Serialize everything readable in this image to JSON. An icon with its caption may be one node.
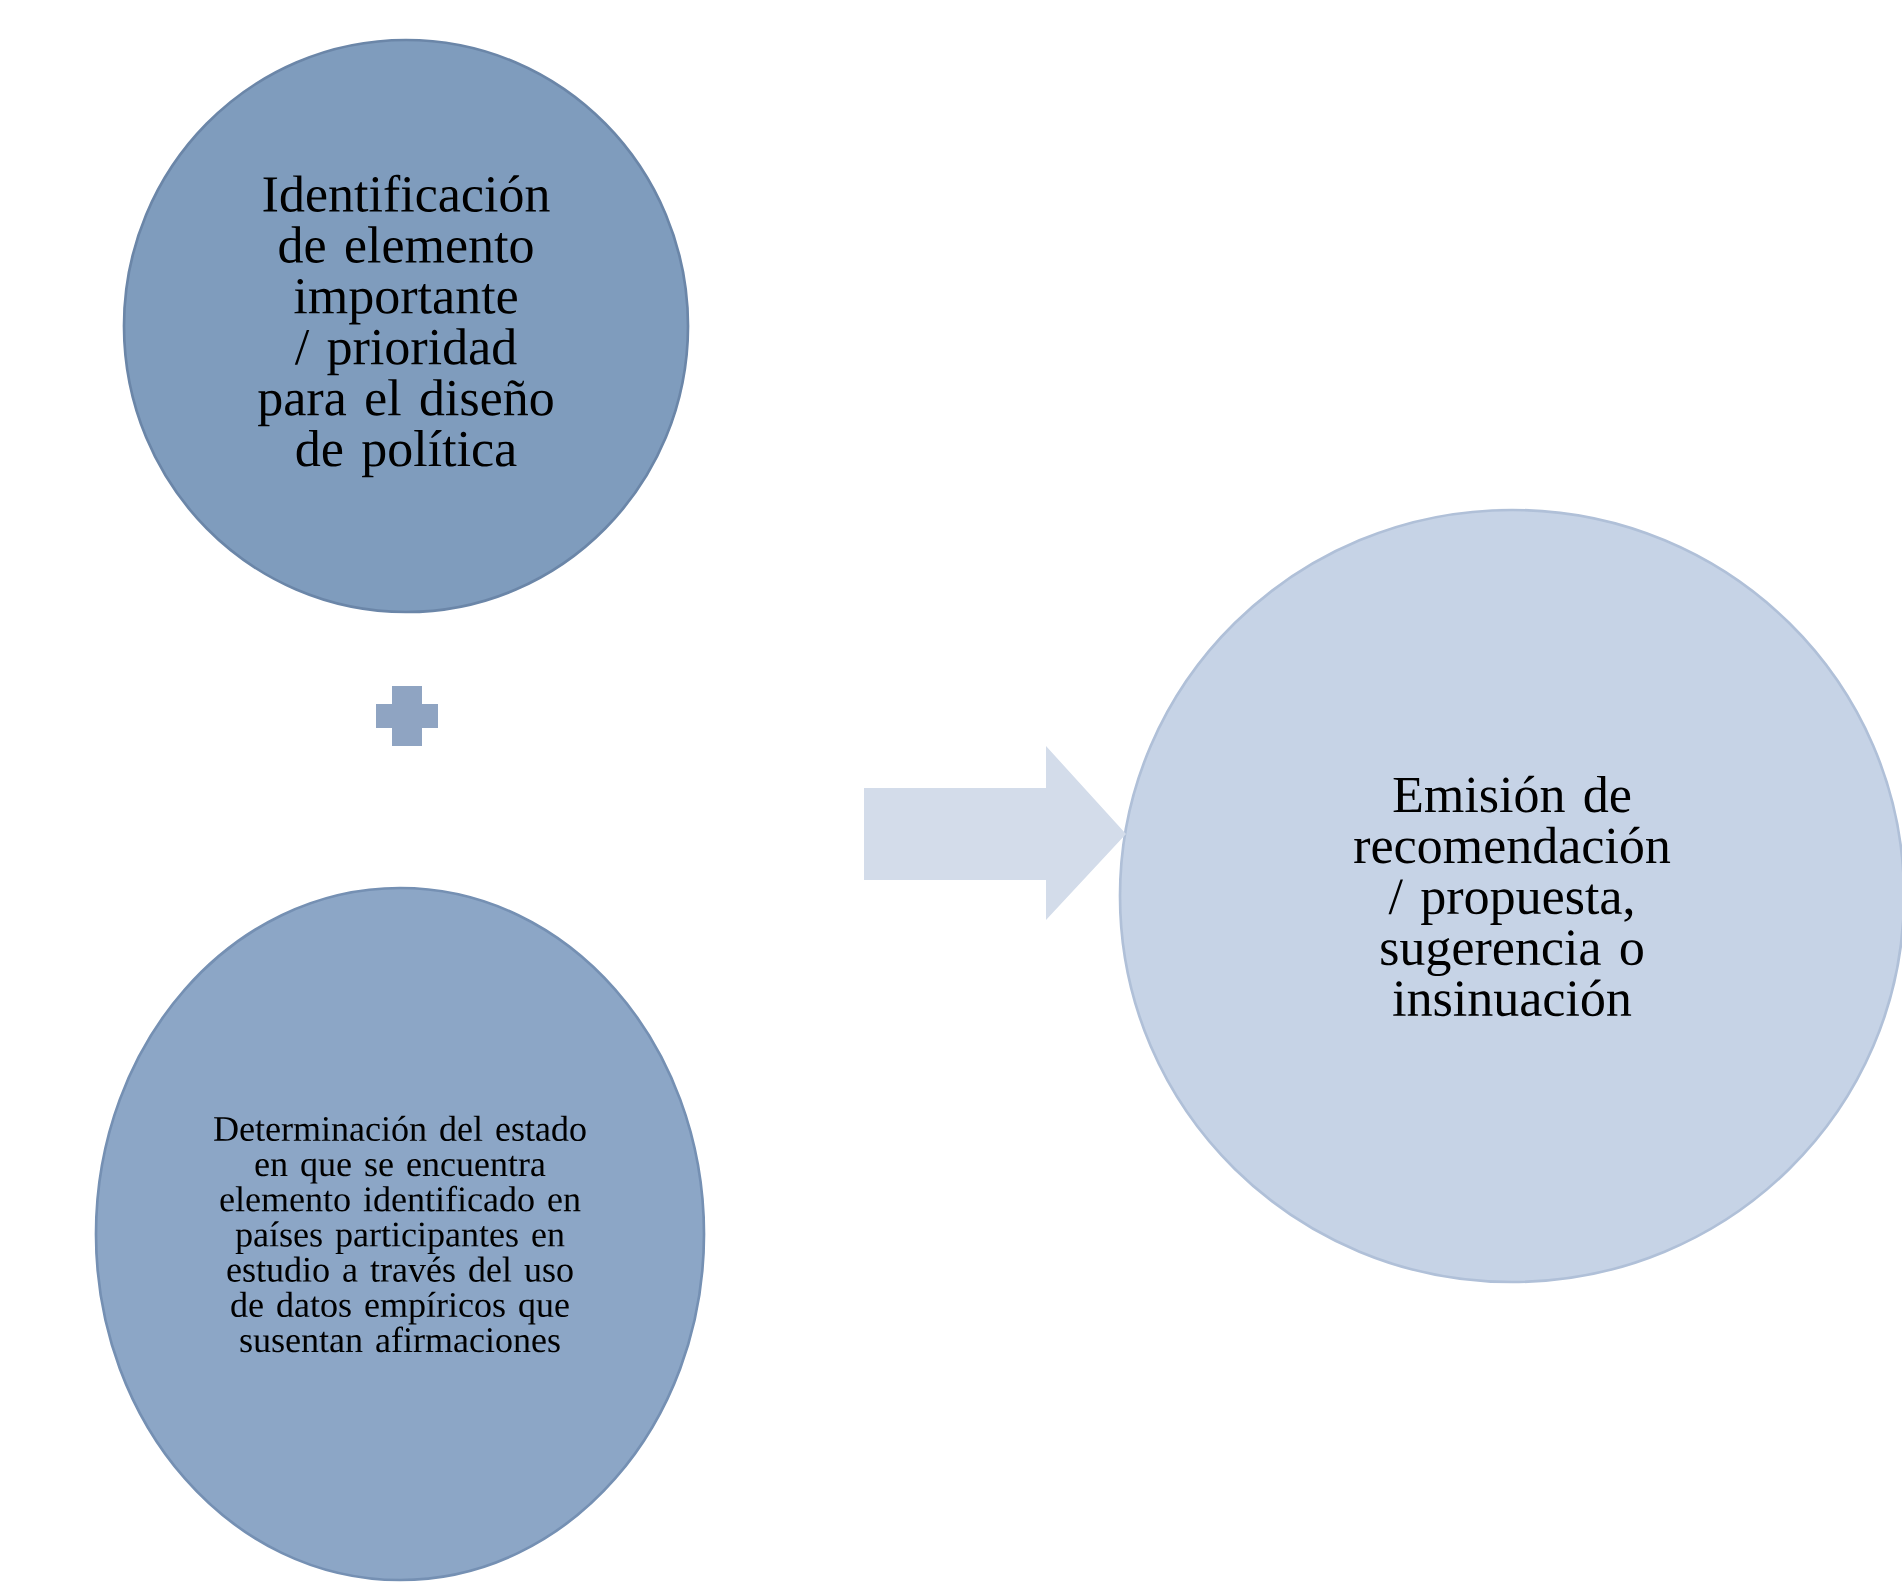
{
  "diagram": {
    "nodes": [
      {
        "text": [
          "Identificación de elemento importante / prioridad para el diseño de política"
        ]
      },
      {
        "text": [
          "Determinación del estado en que se encuentra elemento identificado en países participantes en estudio a través del uso de datos empíricos que susentan afirmaciones"
        ]
      },
      {
        "text": [
          "Emisión de recomendación / propuesta, sugerencia o insinuación"
        ]
      }
    ],
    "edges": [
      {
        "from": null,
        "to": 2,
        "arrow": "to"
      }
    ]
  }
}
